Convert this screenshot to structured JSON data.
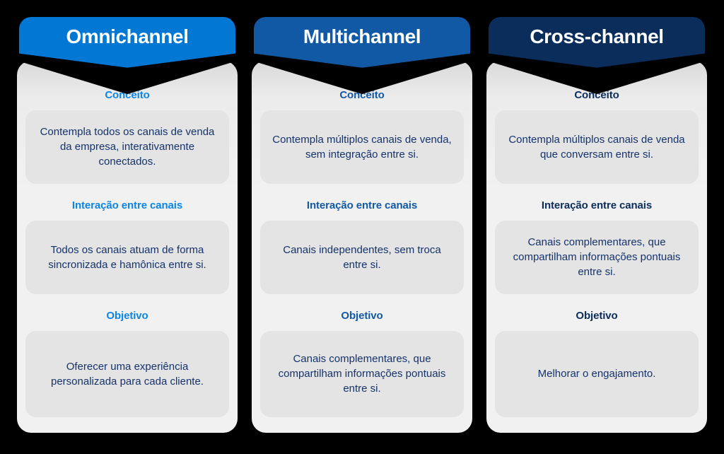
{
  "background_color": "#000000",
  "columns": [
    {
      "id": "omnichannel",
      "title": "Omnichannel",
      "header_color": "#0277d4",
      "accent_color": "#0b85e8",
      "body_text_color": "#15336b",
      "sections": [
        {
          "label": "Conceito",
          "text": "Contempla todos os canais de venda da empresa, interativamente conectados."
        },
        {
          "label": "Interação entre canais",
          "text": "Todos os canais atuam de forma sincronizada e hamônica entre si."
        },
        {
          "label": "Objetivo",
          "text": "Oferecer uma experiência personalizada para cada cliente."
        }
      ]
    },
    {
      "id": "multichannel",
      "title": "Multichannel",
      "header_color": "#1159a5",
      "accent_color": "#1159a5",
      "body_text_color": "#15336b",
      "sections": [
        {
          "label": "Conceito",
          "text": "Contempla múltiplos canais de venda, sem integração entre si."
        },
        {
          "label": "Interação entre canais",
          "text": "Canais independentes, sem troca entre si."
        },
        {
          "label": "Objetivo",
          "text": "Canais complementares, que compartilham informações pontuais entre si."
        }
      ]
    },
    {
      "id": "cross-channel",
      "title": "Cross-channel",
      "header_color": "#0b2d5c",
      "accent_color": "#0b2d5c",
      "body_text_color": "#15336b",
      "sections": [
        {
          "label": "Conceito",
          "text": "Contempla múltiplos canais de venda que conversam entre si."
        },
        {
          "label": "Interação entre canais",
          "text": "Canais complementares, que compartilham informações pontuais entre si."
        },
        {
          "label": "Objetivo",
          "text": "Melhorar o engajamento."
        }
      ]
    }
  ]
}
